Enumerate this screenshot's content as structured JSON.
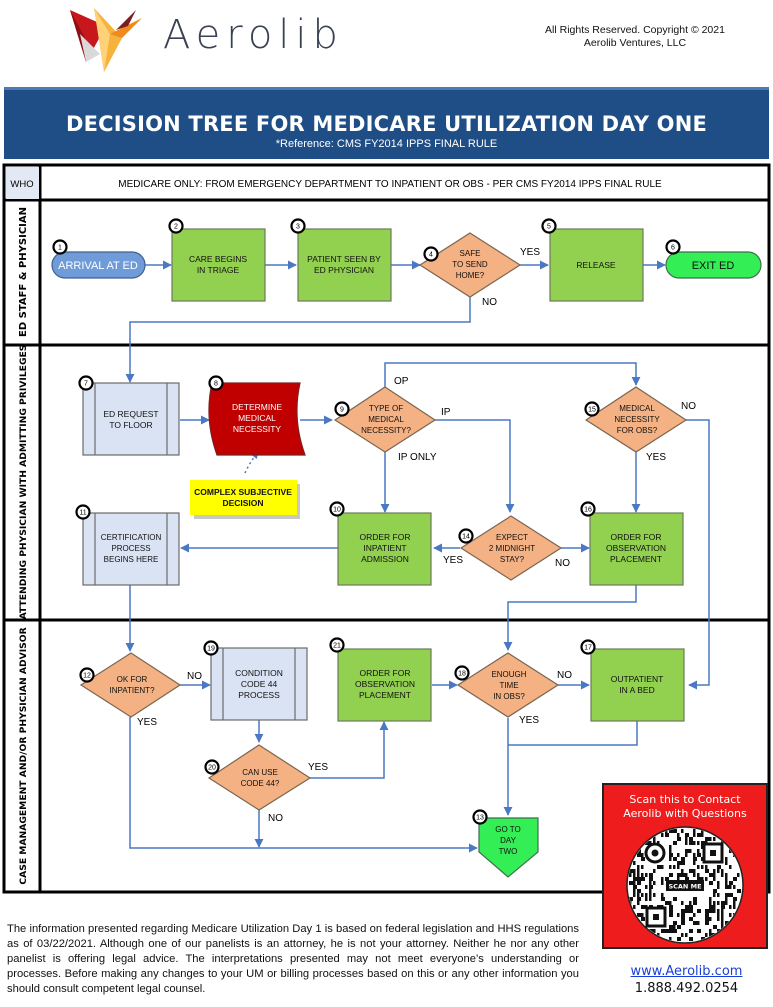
{
  "header": {
    "brand_name": "Aerolib",
    "copyright_line1": "All Rights Reserved. Copyright © 2021",
    "copyright_line2": "Aerolib Ventures, LLC"
  },
  "title": {
    "main": "DECISION TREE FOR MEDICARE UTILIZATION DAY ONE",
    "sub": "*Reference: CMS FY2014 IPPS FINAL RULE"
  },
  "who_row": {
    "label": "WHO",
    "text": "MEDICARE ONLY: FROM EMERGENCY DEPARTMENT TO INPATIENT OR OBS - PER CMS FY2014 IPPS FINAL RULE"
  },
  "lanes": [
    {
      "label": "ED STAFF & PHYSICIAN"
    },
    {
      "label": "ATTENDING PHYSICIAN WITH ADMITTING PRIVILEGES"
    },
    {
      "label": "CASE MANAGEMENT AND/OR PHYSICIAN ADVISOR"
    }
  ],
  "colors": {
    "process_green": "#92d050",
    "decision_orange": "#f4b183",
    "subprocess_blue": "#dae3f3",
    "terminal_blue": "#6f9bd8",
    "terminal_green": "#33ee55",
    "necessity_red": "#c00000",
    "note_yellow": "#ffff00",
    "connector_blue": "#4a78c2",
    "banner_navy": "#1f4e86"
  },
  "nodes": [
    {
      "id": 1,
      "type": "terminal",
      "lines": [
        "ARRIVAL AT ED"
      ]
    },
    {
      "id": 2,
      "type": "process",
      "lines": [
        "CARE BEGINS",
        "IN TRIAGE"
      ]
    },
    {
      "id": 3,
      "type": "process",
      "lines": [
        "PATIENT SEEN BY",
        "ED PHYSICIAN"
      ]
    },
    {
      "id": 4,
      "type": "decision",
      "lines": [
        "SAFE",
        "TO SEND",
        "HOME?"
      ]
    },
    {
      "id": 5,
      "type": "process",
      "lines": [
        "RELEASE"
      ]
    },
    {
      "id": 6,
      "type": "terminal",
      "lines": [
        "EXIT ED"
      ]
    },
    {
      "id": 7,
      "type": "subprocess",
      "lines": [
        "ED REQUEST",
        "TO FLOOR"
      ]
    },
    {
      "id": 8,
      "type": "wave",
      "lines": [
        "DETERMINE",
        "MEDICAL",
        "NECESSITY"
      ]
    },
    {
      "id": 9,
      "type": "decision",
      "lines": [
        "TYPE OF",
        "MEDICAL",
        "NECESSITY?"
      ]
    },
    {
      "id": 10,
      "type": "process",
      "lines": [
        "ORDER FOR",
        "INPATIENT",
        "ADMISSION"
      ]
    },
    {
      "id": 11,
      "type": "subprocess",
      "lines": [
        "CERTIFICATION",
        "PROCESS",
        "BEGINS HERE"
      ]
    },
    {
      "id": 12,
      "type": "decision",
      "lines": [
        "OK FOR",
        "INPATIENT?"
      ]
    },
    {
      "id": 13,
      "type": "offpage",
      "lines": [
        "GO TO",
        "DAY",
        "TWO"
      ]
    },
    {
      "id": 14,
      "type": "decision",
      "lines": [
        "EXPECT",
        "2 MIDNIGHT",
        "STAY?"
      ]
    },
    {
      "id": 15,
      "type": "decision",
      "lines": [
        "MEDICAL",
        "NECESSITY",
        "FOR OBS?"
      ]
    },
    {
      "id": 16,
      "type": "process",
      "lines": [
        "ORDER FOR",
        "OBSERVATION",
        "PLACEMENT"
      ]
    },
    {
      "id": 17,
      "type": "process",
      "lines": [
        "OUTPATIENT",
        "IN A BED"
      ]
    },
    {
      "id": 18,
      "type": "decision",
      "lines": [
        "ENOUGH",
        "TIME",
        "IN OBS?"
      ]
    },
    {
      "id": 19,
      "type": "subprocess",
      "lines": [
        "CONDITION",
        "CODE 44",
        "PROCESS"
      ]
    },
    {
      "id": 20,
      "type": "decision",
      "lines": [
        "CAN USE",
        "CODE 44?"
      ]
    },
    {
      "id": 21,
      "type": "process",
      "lines": [
        "ORDER FOR",
        "OBSERVATION",
        "PLACEMENT"
      ]
    }
  ],
  "note": {
    "lines": [
      "COMPLEX SUBJECTIVE",
      "DECISION"
    ]
  },
  "edge_labels": {
    "n4_yes": "YES",
    "n4_no": "NO",
    "n9_op": "OP",
    "n9_ip": "IP",
    "n9_ip_only": "IP ONLY",
    "n15_no": "NO",
    "n15_yes": "YES",
    "n14_yes": "YES",
    "n14_no": "NO",
    "n12_no": "NO",
    "n12_yes": "YES",
    "n20_yes": "YES",
    "n20_no": "NO",
    "n18_no": "NO",
    "n18_yes": "YES"
  },
  "qr": {
    "caption_line1": "Scan this to Contact",
    "caption_line2": "Aerolib with Questions",
    "badge": "SCAN ME"
  },
  "contact": {
    "website": "www.Aerolib.com",
    "phone": "1.888.492.0254"
  },
  "disclaimer": "The information presented regarding Medicare Utilization Day 1 is based on federal legislation and HHS regulations as of 03/22/2021. Although one of our panelists is an attorney, he is not your attorney. Neither he nor any other panelist is offering legal advice. The interpretations presented may not meet everyone’s understanding or processes. Before making any changes to your UM or billing processes based on this or any other information you should consult competent legal counsel."
}
